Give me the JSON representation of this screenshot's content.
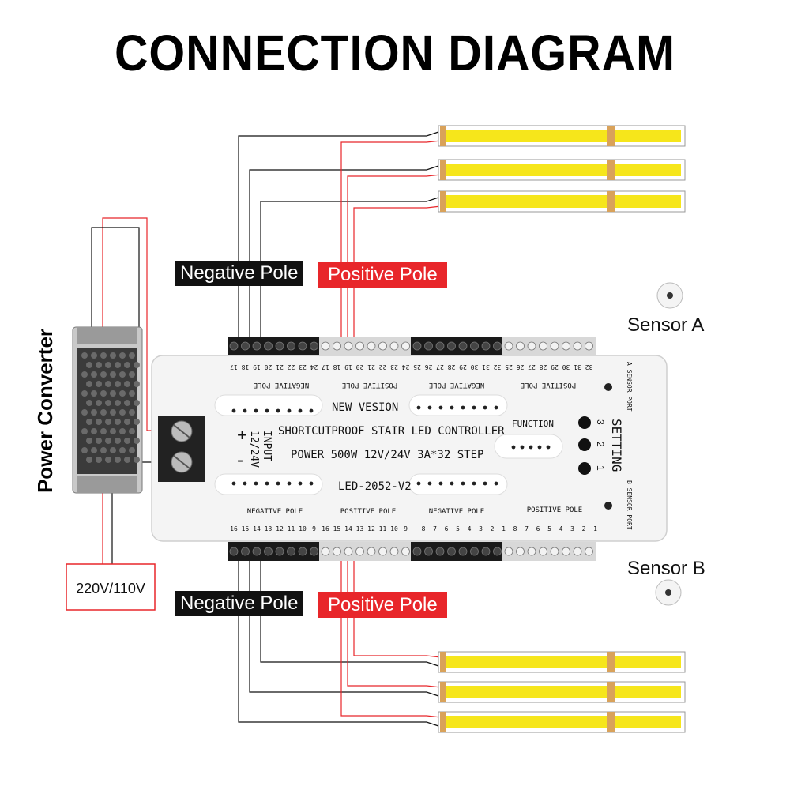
{
  "title": "CONNECTION DIAGRAM",
  "power_converter": {
    "label": "Power Converter"
  },
  "mains_box": {
    "label": "220V/110V"
  },
  "top_labels": {
    "negative": "Negative Pole",
    "positive": "Positive Pole"
  },
  "bottom_labels": {
    "negative": "Negative Pole",
    "positive": "Positive Pole"
  },
  "sensors": {
    "a": "Sensor A",
    "b": "Sensor B"
  },
  "controller": {
    "line_new": "NEW VESION",
    "line_main": "SHORTCUTPROOF STAIR LED CONTROLLER",
    "line_power": "POWER 500W 12V/24V 3A*32 STEP",
    "model": "LED-2052-V2",
    "function": "FUNCTION",
    "setting": "SETTING",
    "input_label": "INPUT",
    "input_voltage": "12/24V",
    "plus": "+",
    "minus": "-",
    "a_sensor_port": "A SENSOR PORT",
    "b_sensor_port": "B SENSOR PORT",
    "btn_nums": [
      "3",
      "2",
      "1"
    ],
    "top_groups": [
      "NEGATIVE POLE",
      "POSITIVE POLE",
      "NEGATIVE POLE",
      "POSITIVE POLE"
    ],
    "bottom_groups": [
      "NEGATIVE POLE",
      "POSITIVE POLE",
      "NEGATIVE POLE",
      "POSITIVE POLE"
    ],
    "top_numbers_a": [
      "17",
      "18",
      "19",
      "20",
      "21",
      "22",
      "23",
      "24"
    ],
    "top_numbers_b": [
      "25",
      "26",
      "27",
      "28",
      "29",
      "30",
      "31",
      "32"
    ],
    "bottom_numbers_a": [
      "16",
      "15",
      "14",
      "13",
      "12",
      "11",
      "10",
      "9"
    ],
    "bottom_numbers_b": [
      "8",
      "7",
      "6",
      "5",
      "4",
      "3",
      "2",
      "1"
    ]
  },
  "colors": {
    "wire_black": "#111111",
    "wire_red": "#e8262a",
    "led": "#f6e61b",
    "terminal_black": "#1a1a1a",
    "terminal_gray": "#d8d8d8"
  }
}
